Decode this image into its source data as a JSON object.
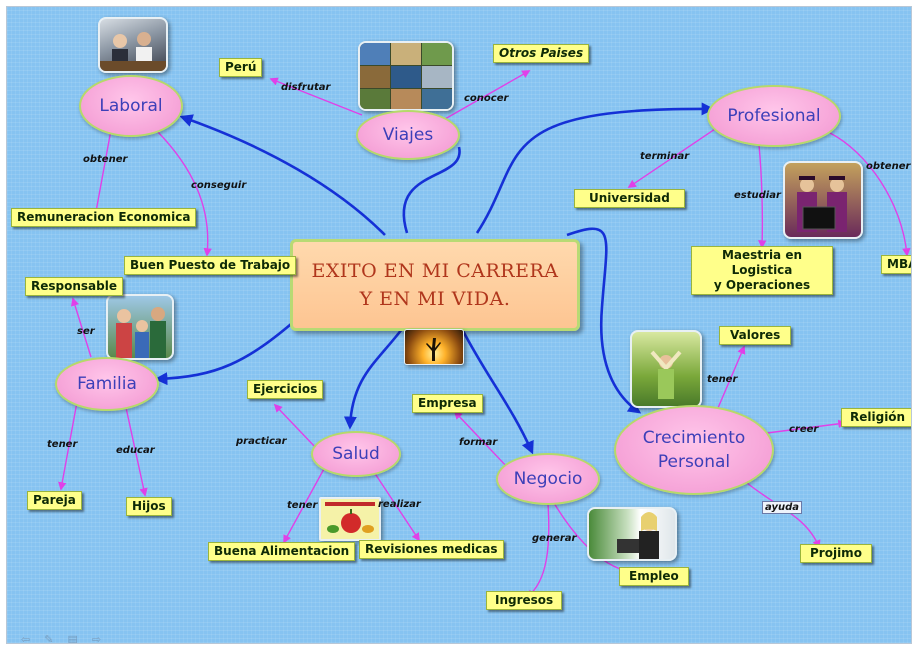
{
  "diagram": {
    "central": {
      "line1": "EXITO EN MI CARRERA",
      "line2": "Y EN MI VIDA."
    },
    "nodes": {
      "laboral": "Laboral",
      "viajes": "Viajes",
      "profesional": "Profesional",
      "familia": "Familia",
      "salud": "Salud",
      "negocio": "Negocio",
      "crecimiento_line1": "Crecimiento",
      "crecimiento_line2": "Personal"
    },
    "boxes": {
      "peru": "Perú",
      "otros_paises": "Otros Paises",
      "remuneracion": "Remuneracion Economica",
      "buen_puesto": "Buen Puesto de Trabajo",
      "universidad": "Universidad",
      "maestria_line1": "Maestria en Logistica",
      "maestria_line2": "y Operaciones",
      "mba": "MBA",
      "responsable": "Responsable",
      "pareja": "Pareja",
      "hijos": "Hijos",
      "ejercicios": "Ejercicios",
      "buena_alimentacion": "Buena Alimentacion",
      "revisiones_medicas": "Revisiones medicas",
      "empresa": "Empresa",
      "empleo": "Empleo",
      "ingresos": "Ingresos",
      "valores": "Valores",
      "religion": "Religión",
      "projimo": "Projimo"
    },
    "link_labels": {
      "disfrutar": "disfrutar",
      "conocer": "conocer",
      "obtener_laboral": "obtener",
      "conseguir": "conseguir",
      "terminar": "terminar",
      "estudiar": "estudiar",
      "obtener_profesional": "obtener",
      "ser": "ser",
      "tener_familia": "tener",
      "educar": "educar",
      "practicar": "practicar",
      "tener_salud": "tener",
      "realizar": "realizar",
      "formar": "formar",
      "generar": "generar",
      "tener_crecimiento": "tener",
      "creer": "creer",
      "ayuda": "ayuda"
    }
  },
  "colors": {
    "background": "#86c3f1",
    "main_link": "#1530d6",
    "sub_link": "#e040e8",
    "node_fill": "#f6a4d8",
    "box_fill": "#ffff8a",
    "central_text": "#b0361c"
  },
  "images": {
    "laboral": "office-meeting-photo",
    "viajes": "travel-collage-photo",
    "profesional": "graduates-photo",
    "familia": "family-photo",
    "salud": "health-poster-image",
    "negocio": "business-woman-photo",
    "crecimiento": "woman-in-nature-photo",
    "central": "sunset-silhouette-photo"
  }
}
